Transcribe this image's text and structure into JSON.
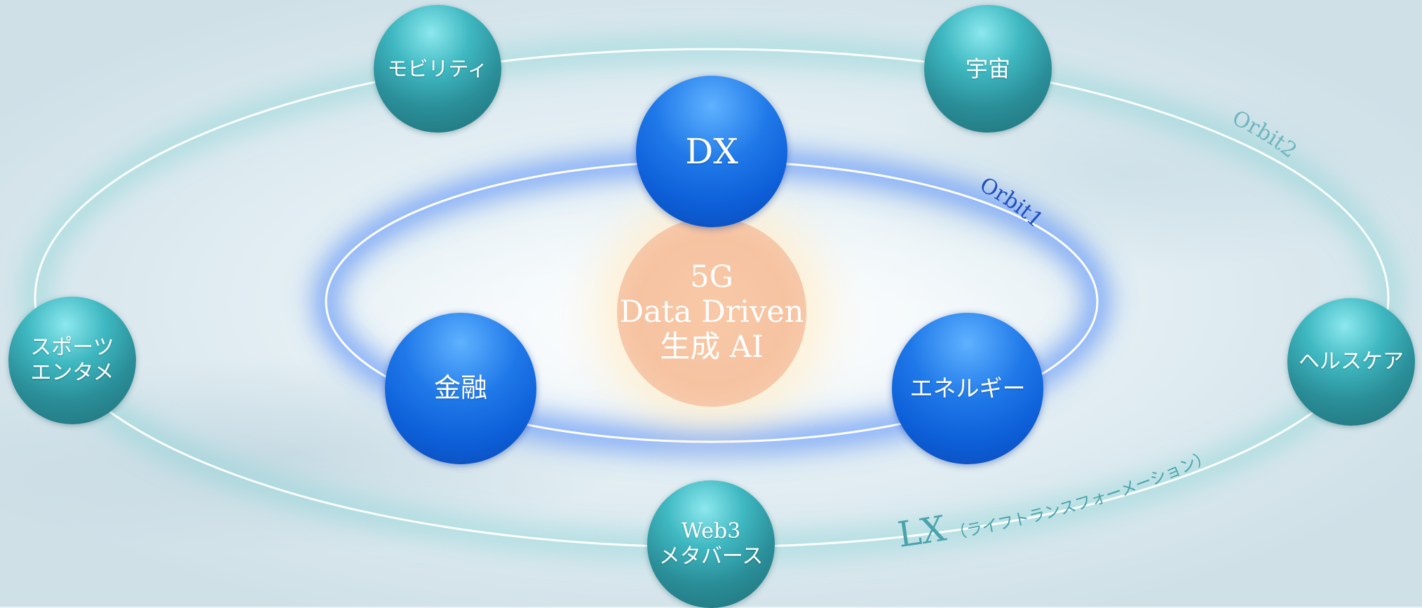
{
  "center": {
    "line1": "5G",
    "line2": "Data Driven",
    "line3": "生成 AI"
  },
  "inner_orbit": {
    "label": "Orbit1",
    "nodes": {
      "dx": "DX",
      "finance": "金融",
      "energy": "エネルギー"
    }
  },
  "outer_orbit": {
    "label": "Orbit2",
    "nodes": {
      "mobility": "モビリティ",
      "space": "宇宙",
      "sports_line1": "スポーツ",
      "sports_line2": "エンタメ",
      "healthcare": "ヘルスケア",
      "web3_line1": "Web3",
      "web3_line2": "メタバース"
    }
  },
  "lx": {
    "label": "LX",
    "sublabel": "（ライフトランスフォーメーション）"
  },
  "colors": {
    "teal_planet": "#2a8e98",
    "blue_planet": "#0d5fd8",
    "sun": "#f6c3a1",
    "orbit1_label": "#1f4fc0",
    "orbit2_label": "#6fb5bd",
    "lx_label": "#4aa3ab"
  }
}
